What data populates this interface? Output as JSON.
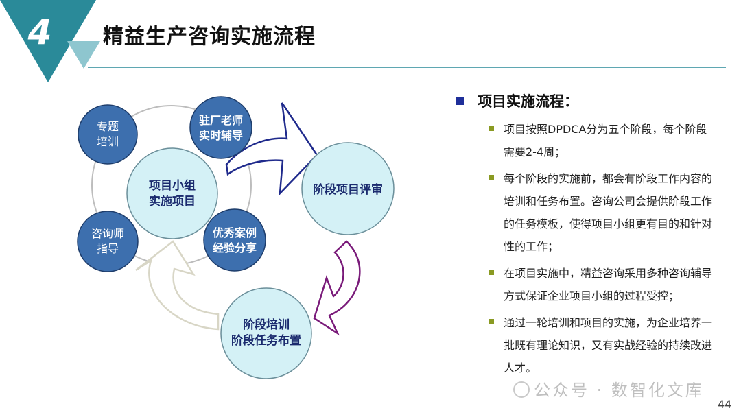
{
  "section_number": "4",
  "slide_title": "精益生产咨询实施流程",
  "diagram": {
    "center": [
      "项目小组",
      "实施项目"
    ],
    "satellites": {
      "top_left": [
        "专题",
        "培训"
      ],
      "top_right": [
        "驻厂老师",
        "实时辅导"
      ],
      "bottom_left": [
        "咨询师",
        "指导"
      ],
      "bottom_right": [
        "优秀案例",
        "经验分享"
      ]
    },
    "review_stage": [
      "阶段项目评审"
    ],
    "training_stage": [
      "阶段培训",
      "阶段任务布置"
    ]
  },
  "right_panel": {
    "heading": "项目实施流程：",
    "bullets": [
      "项目按照DPDCA分为五个阶段，每个阶段需要2-4周；",
      "每个阶段的实施前，都会有阶段工作内容的培训和任务布置。咨询公司会提供阶段工作的任务模板，使得项目小组更有目的和针对性的工作；",
      "在项目实施中，精益咨询采用多种咨询辅导方式保证企业项目小组的过程受控；",
      "通过一轮培训和项目的实施，为企业培养一批既有理论知识，又有实战经验的持续改进人才。"
    ]
  },
  "watermark": "公众号 · 数智化文库",
  "page_number": "44",
  "colors": {
    "teal_dark": "#2a8a99",
    "teal_light": "#8ec6cf",
    "satellite_fill": "#3d6fae",
    "center_fill": "#d4f1f6",
    "arrow_navy": "#1f2a8c",
    "arrow_purple": "#7a1b7a",
    "bullet_olive": "#8a9a22",
    "heading_square": "#1f2f9a"
  }
}
